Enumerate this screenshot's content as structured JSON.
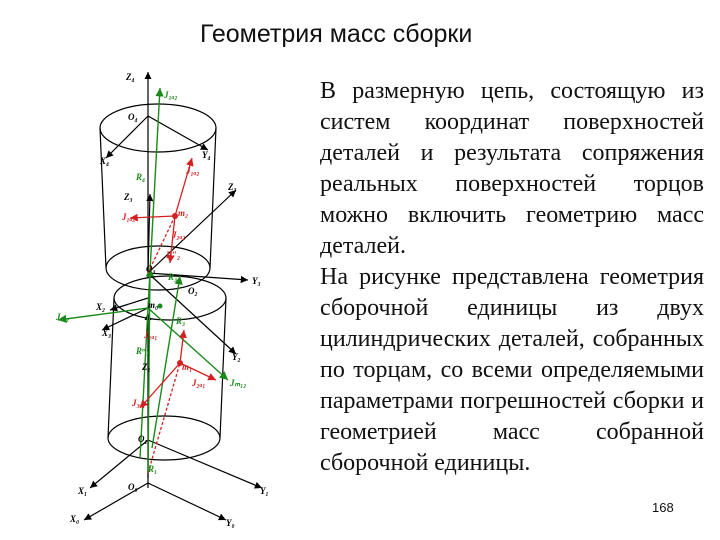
{
  "slide": {
    "title": "Геометрия масс сборки",
    "paragraphs": [
      "В размерную цепь, состоящую из систем координат поверхностей деталей и результата сопряжения реальных поверхностей торцов можно включить геометрию масс деталей.",
      "На рисунке представлена геометрия сборочной единицы из двух цилиндрических деталей, собранных по торцам, со всеми определяемыми параметрами погрешностей сборки и геометрией масс собранной сборочной единицы."
    ],
    "page_number": "168"
  },
  "figure": {
    "colors": {
      "axes": "#000000",
      "red": "#d42020",
      "green": "#1a8a1a"
    },
    "labels": {
      "z4": "Z₄",
      "j1ca2_top": "J₁ₐ₂",
      "o4": "O₄",
      "x4": "X₄",
      "y4": "Y₄",
      "r4": "R₄",
      "j1ca2_red": "J₁ₐ₂",
      "z3_right": "Z₃",
      "z3_left": "Z₃",
      "m2": "m₂",
      "j1ca2_left": "J₁ₐ₂",
      "j2ca2": "J₂ₐ₂",
      "r2": "R″₂",
      "o3": "O₃",
      "r3_top": "R₃",
      "y3": "Y₃",
      "o2": "O₂",
      "m0": "m₀",
      "x2": "X₂",
      "jm2": "Jₘ₂",
      "r3": "R₃",
      "x3": "X₃",
      "j1ca1": "J₁ₐ₁",
      "r1m": "Rᵐ₁",
      "z1": "Z₁",
      "m1": "m₁",
      "j2ca1": "J₂ₐ₁",
      "y2": "Y₂",
      "jm12": "Jₘ₁₂",
      "j3ca1": "J₃ₐ₁",
      "o1": "O₁",
      "r1": "R₁",
      "x1": "X₁",
      "o0": "O₀",
      "y1": "Y₁",
      "x0": "X₀",
      "y0": "Y₀"
    }
  }
}
